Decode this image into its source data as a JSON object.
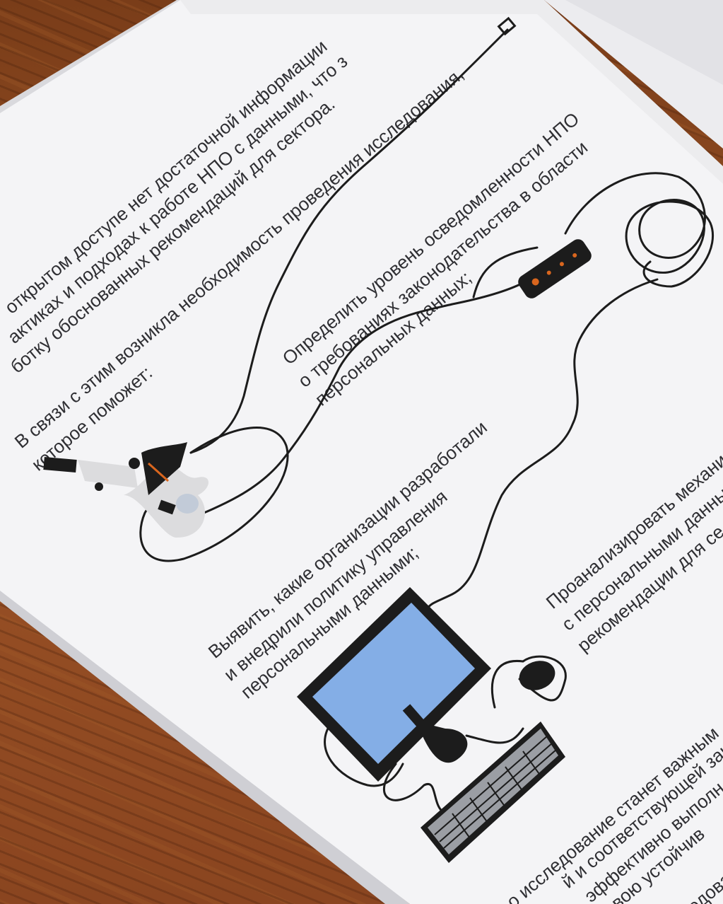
{
  "page": {
    "intro_lines": [
      "открытом доступе нет достаточной информации",
      "актиках и подходах к работе НПО с данными, что з",
      "ботку обоснованных рекомендаций для сектора."
    ],
    "lead_lines": [
      "В связи с этим возникла необходимость проведения исследования,",
      "которое поможет:"
    ],
    "goal_1_lines": [
      "Определить уровень осведомленности НПО",
      "о требованиях законодательства в области",
      "персональных данных;"
    ],
    "goal_2_lines": [
      "Выявить, какие организации разработали",
      "и внедрили политику управления",
      "персональными данными;"
    ],
    "goal_3_lines": [
      "Проанализировать механиз",
      "с персональными данны",
      "рекомендации для се"
    ],
    "closing_lines": [
      "о исследование станет важным",
      "й и соответствующей зако",
      "эффективно  выполн",
      "свою устойчив",
      "едова"
    ]
  },
  "colors": {
    "wood": "#8a4a22",
    "paper": "#f4f4f6",
    "ink": "#1c1c1c",
    "screen": "#84aee6",
    "accent_orange": "#d9661e"
  }
}
